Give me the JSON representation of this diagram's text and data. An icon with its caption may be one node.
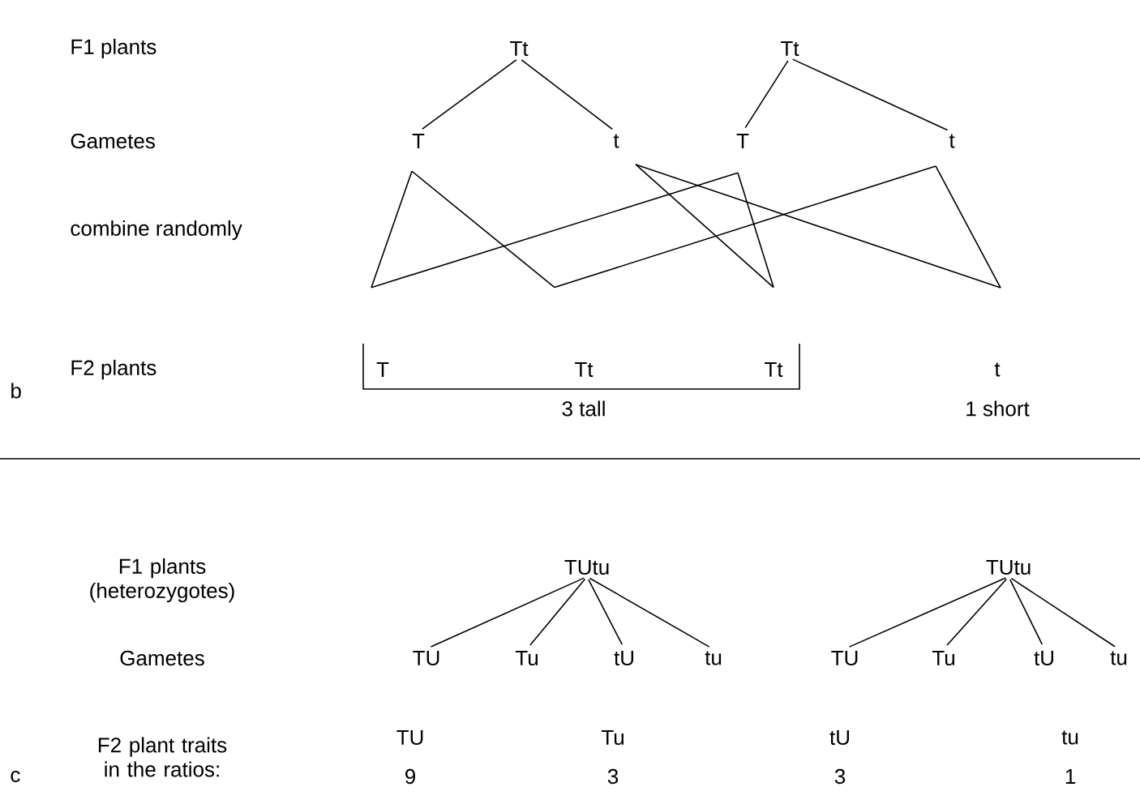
{
  "diagram": {
    "nodes": [
      {
        "text": [
          "Tt"
        ]
      },
      {
        "text": [
          "Tt"
        ]
      },
      {
        "text": [
          "T"
        ]
      },
      {
        "text": [
          "t"
        ]
      },
      {
        "text": [
          "T"
        ]
      },
      {
        "text": [
          "t"
        ]
      },
      {
        "text": [
          "T"
        ]
      },
      {
        "text": [
          "Tt"
        ]
      },
      {
        "text": [
          "Tt"
        ]
      },
      {
        "text": [
          "t"
        ]
      },
      {
        "text": [
          "TUtu"
        ]
      },
      {
        "text": [
          "TUtu"
        ]
      },
      {
        "text": [
          "TU"
        ]
      },
      {
        "text": [
          "Tu"
        ]
      },
      {
        "text": [
          "tU"
        ]
      },
      {
        "text": [
          "tu"
        ]
      },
      {
        "text": [
          "TU"
        ]
      },
      {
        "text": [
          "Tu"
        ]
      },
      {
        "text": [
          "tU"
        ]
      },
      {
        "text": [
          "tu"
        ]
      }
    ],
    "edges": [
      {
        "from": 0,
        "to": 2,
        "arrow": "none"
      },
      {
        "from": 0,
        "to": 3,
        "arrow": "none"
      },
      {
        "from": 1,
        "to": 4,
        "arrow": "none"
      },
      {
        "from": 1,
        "to": 5,
        "arrow": "none"
      },
      {
        "from": 2,
        "to": 6,
        "arrow": "none"
      },
      {
        "from": 2,
        "to": 7,
        "arrow": "none"
      },
      {
        "from": 3,
        "to": 8,
        "arrow": "none"
      },
      {
        "from": 3,
        "to": 9,
        "arrow": "none"
      },
      {
        "from": 4,
        "to": 6,
        "arrow": "none"
      },
      {
        "from": 4,
        "to": 8,
        "arrow": "none"
      },
      {
        "from": 5,
        "to": 7,
        "arrow": "none"
      },
      {
        "from": 5,
        "to": 9,
        "arrow": "none"
      },
      {
        "from": 10,
        "to": 12,
        "arrow": "none"
      },
      {
        "from": 10,
        "to": 13,
        "arrow": "none"
      },
      {
        "from": 10,
        "to": 14,
        "arrow": "none"
      },
      {
        "from": 10,
        "to": 15,
        "arrow": "none"
      },
      {
        "from": 11,
        "to": 16,
        "arrow": "none"
      },
      {
        "from": 11,
        "to": 17,
        "arrow": "none"
      },
      {
        "from": 11,
        "to": 18,
        "arrow": "none"
      },
      {
        "from": 11,
        "to": 19,
        "arrow": "none"
      }
    ],
    "labels": [
      "F1 plants",
      "Gametes",
      "combine randomly",
      "F2 plants",
      "3 tall",
      "1 short",
      "b",
      "F1 plants (heterozygotes)",
      "Gametes",
      "F2 plant traits in the ratios:",
      "TU",
      "Tu",
      "tU",
      "tu",
      "c",
      "9",
      "3",
      "3",
      "1"
    ]
  }
}
